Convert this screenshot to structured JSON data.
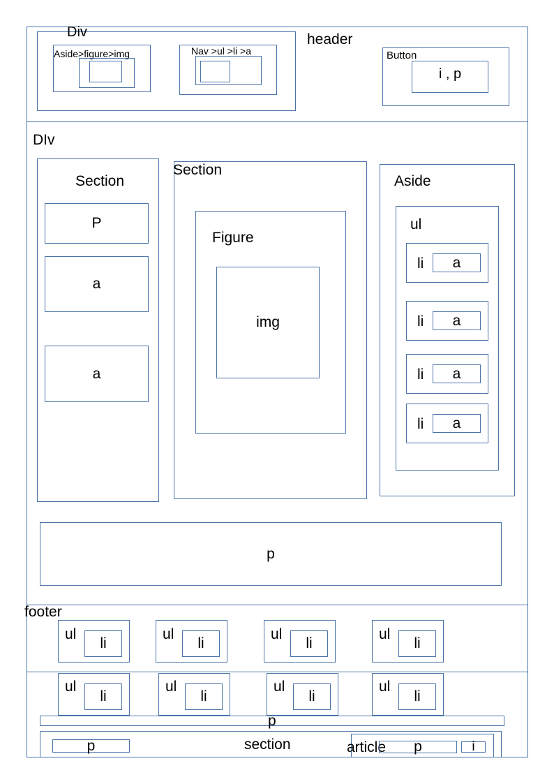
{
  "header": {
    "label": "header",
    "div_label": "Div",
    "aside_label": "Aside>figure>img",
    "nav_label": "Nav >ul >li >a",
    "button_label": "Button",
    "button_inner": "i , p"
  },
  "main": {
    "label": "DIv",
    "section_left": {
      "label": "Section",
      "p": "P",
      "a1": "a",
      "a2": "a"
    },
    "section_mid": {
      "label": "Section",
      "figure": "Figure",
      "img": "img"
    },
    "aside": {
      "label": "Aside",
      "ul": "ul",
      "items": [
        {
          "li": "li",
          "a": "a"
        },
        {
          "li": "li",
          "a": "a"
        },
        {
          "li": "li",
          "a": "a"
        },
        {
          "li": "li",
          "a": "a"
        }
      ]
    },
    "bottom_p": "p"
  },
  "footer": {
    "label": "footer",
    "row1": [
      {
        "ul": "ul",
        "li": "li"
      },
      {
        "ul": "ul",
        "li": "li"
      },
      {
        "ul": "ul",
        "li": "li"
      },
      {
        "ul": "ul",
        "li": "li"
      }
    ],
    "row2": [
      {
        "ul": "ul",
        "li": "li"
      },
      {
        "ul": "ul",
        "li": "li"
      },
      {
        "ul": "ul",
        "li": "li"
      },
      {
        "ul": "ul",
        "li": "li"
      }
    ],
    "p": "p",
    "section": {
      "label": "section",
      "p": "p"
    },
    "article": {
      "label": "article",
      "p": "p",
      "i": "i"
    }
  }
}
